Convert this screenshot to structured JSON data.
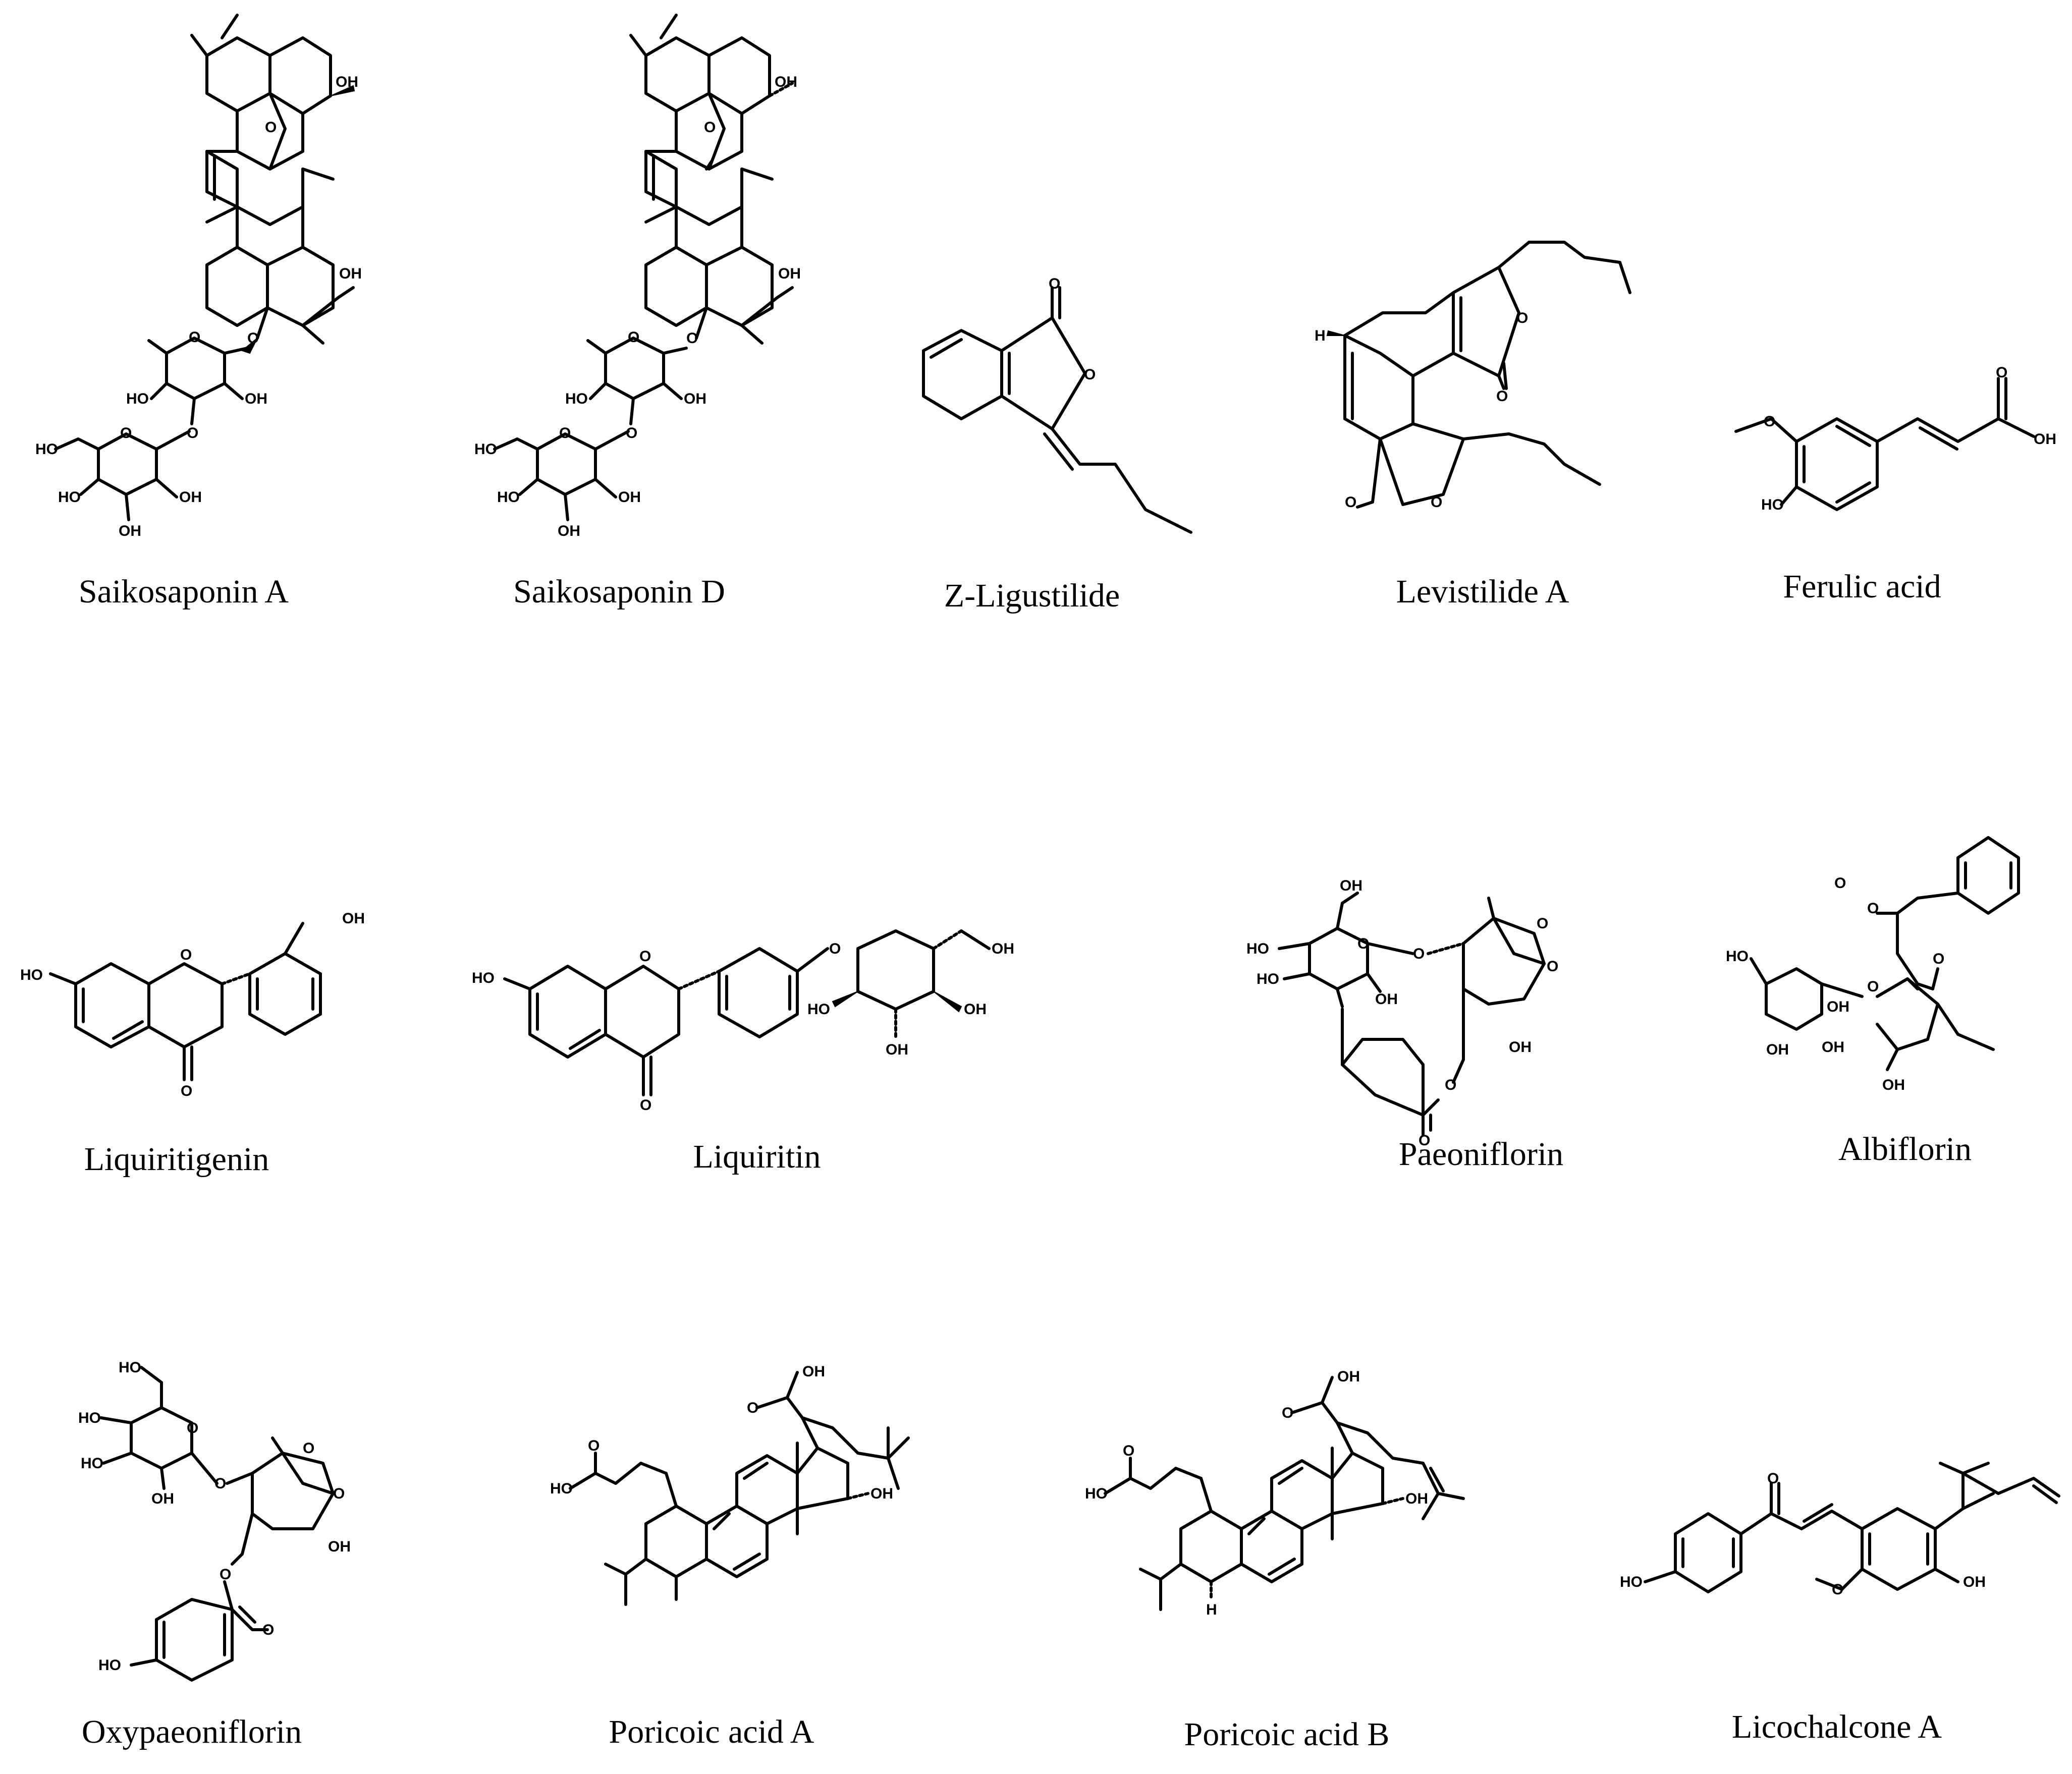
{
  "compounds": [
    {
      "name": "Saikosaponin A"
    },
    {
      "name": "Saikosaponin D"
    },
    {
      "name": "Z-Ligustilide"
    },
    {
      "name": "Levistilide A"
    },
    {
      "name": "Ferulic acid"
    },
    {
      "name": "Liquiritigenin"
    },
    {
      "name": "Liquiritin"
    },
    {
      "name": "Paeoniflorin"
    },
    {
      "name": "Albiflorin"
    },
    {
      "name": "Oxypaeoniflorin"
    },
    {
      "name": "Poricoic acid A"
    },
    {
      "name": "Poricoic acid B"
    },
    {
      "name": "Licochalcone A"
    }
  ],
  "atom_labels": {
    "oh": "OH",
    "ho": "HO",
    "o": "O",
    "h": "H"
  }
}
